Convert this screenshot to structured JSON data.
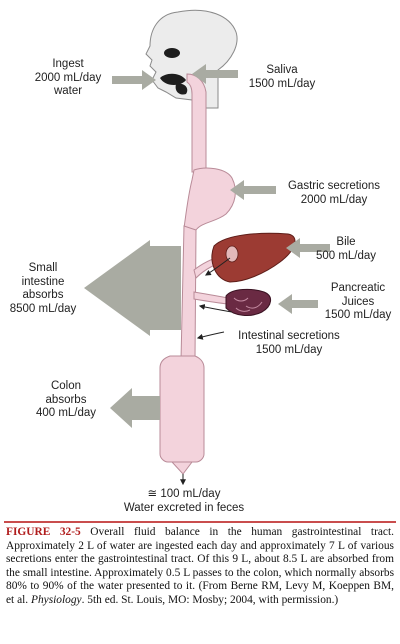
{
  "labels": {
    "ingest": "Ingest\n2000 mL/day\nwater",
    "saliva": "Saliva\n1500 mL/day",
    "gastric": "Gastric secretions\n2000 mL/day",
    "bile": "Bile\n500 mL/day",
    "small_intestine": "Small\nintestine\nabsorbs\n8500 mL/day",
    "pancreatic": "Pancreatic\nJuices\n1500 mL/day",
    "intestinal": "Intestinal secretions\n1500 mL/day",
    "colon": "Colon\nabsorbs\n400 mL/day",
    "feces": "≅ 100 mL/day\nWater excreted in feces"
  },
  "caption": {
    "figure_label": "FIGURE 32-5",
    "text_before_journal": " Overall fluid balance in the human gastrointestinal tract. Approximately 2 L of water are ingested each day and approximately 7 L of various secretions enter the gastrointestinal tract. Of this 9 L, about 8.5 L are absorbed from the small intestine. Approximately 0.5 L passes to the colon, which normally absorbs 80% to 90% of the water presented to it. (From Berne RM, Levy M, Koeppen BM, et al. ",
    "journal": "Physiology",
    "text_after_journal": ". 5th ed. St. Louis, MO: Mosby; 2004, with permission.)"
  },
  "colors": {
    "tract": "#f3d3dc",
    "tract_outline": "#b98b98",
    "head": "#eeeeee",
    "arrow_gray": "#a9aba2",
    "liver": "#9c3b33",
    "pancreas": "#6a2a43",
    "caption_red": "#b01c1c"
  }
}
